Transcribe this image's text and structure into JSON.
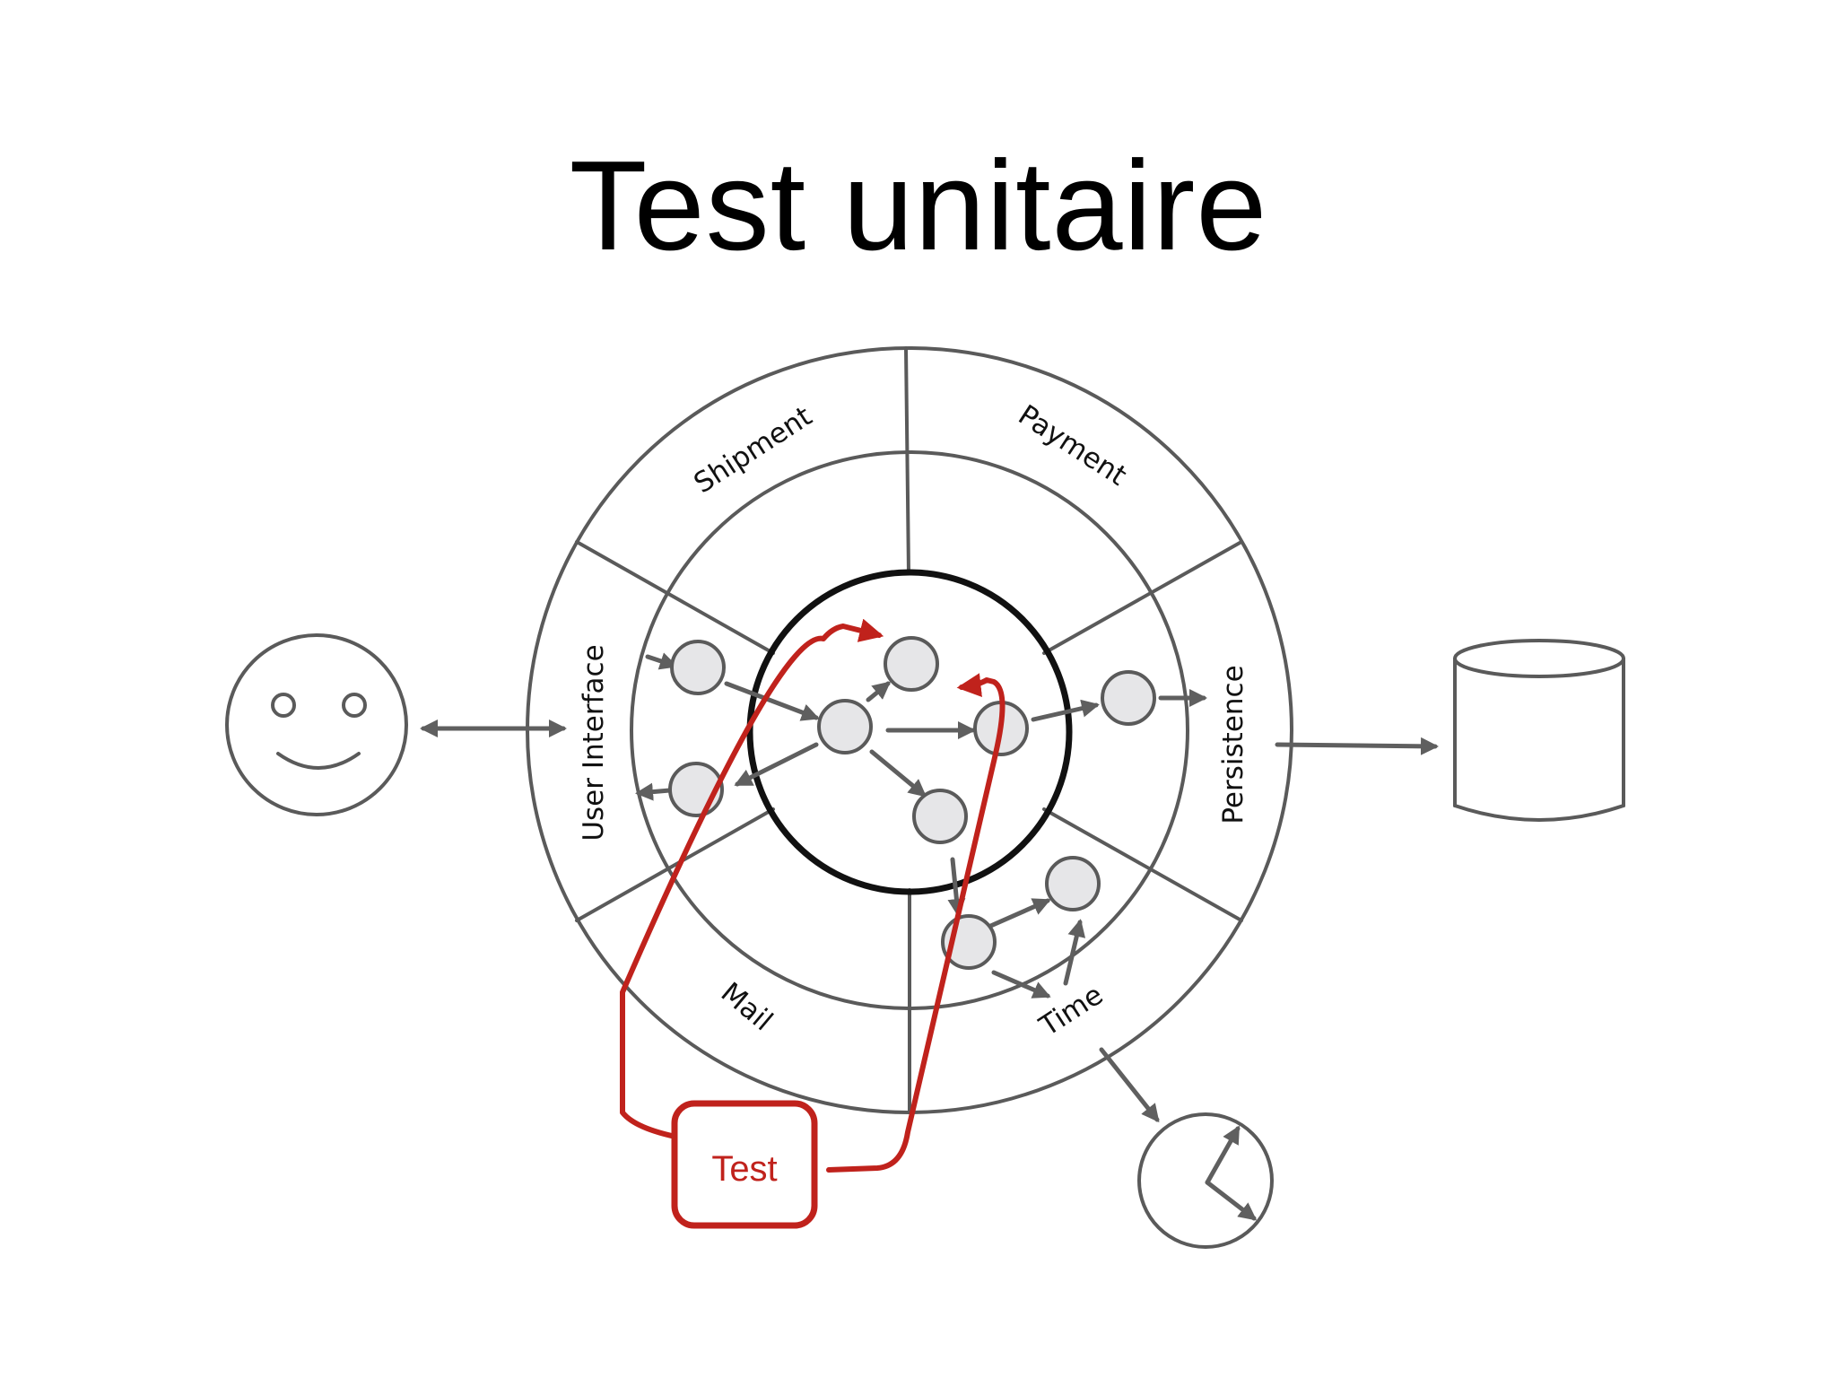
{
  "title": "Test unitaire",
  "diagram": {
    "segments": {
      "shipment": "Shipment",
      "payment": "Payment",
      "user_interface": "User Interface",
      "persistence": "Persistence",
      "mail": "Mail",
      "time": "Time"
    },
    "test_box_label": "Test",
    "icons": {
      "user": "smiley-face-icon",
      "database": "database-cylinder-icon",
      "clock": "clock-icon"
    },
    "colors": {
      "test_accent": "#c0221c",
      "stroke": "#5a5a5a",
      "node_fill": "#e6e6e8",
      "core_ring": "#000000"
    }
  }
}
